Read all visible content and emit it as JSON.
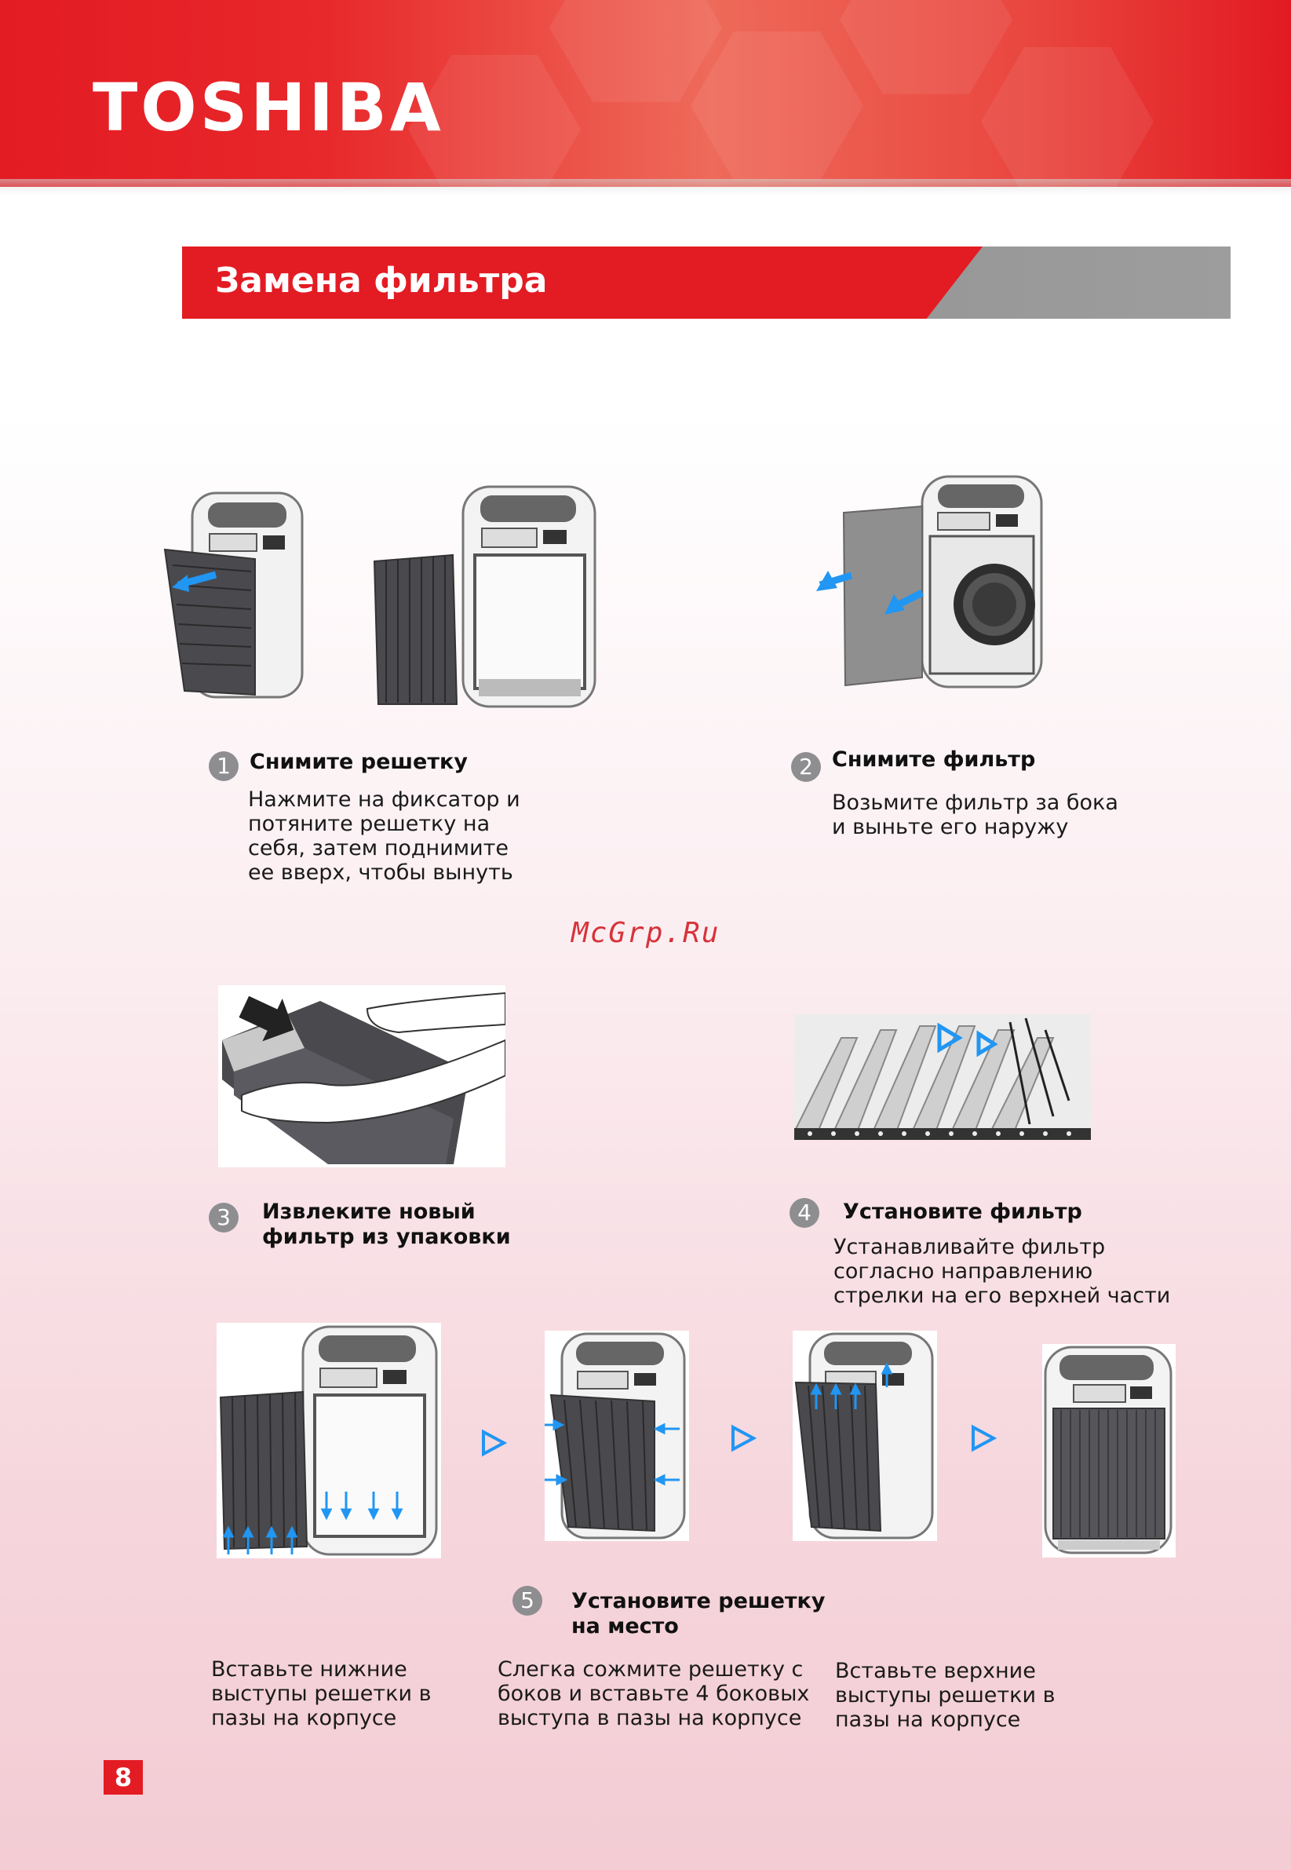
{
  "brand": {
    "logo": "TOSHIBA",
    "accent": "#e31b23"
  },
  "section": {
    "title": "Замена фильтра"
  },
  "watermark": "McGrp.Ru",
  "steps": [
    {
      "num": "1",
      "title": "Снимите решетку",
      "desc": [
        "Нажмите на фиксатор и",
        "потяните решетку на",
        "себя, затем поднимите",
        "ее вверх, чтобы вынуть"
      ]
    },
    {
      "num": "2",
      "title": "Снимите  фильтр",
      "desc": [
        "Возьмите фильтр за бока",
        "и выньте его наружу"
      ]
    },
    {
      "num": "3",
      "title": [
        "Извлеките новый",
        "фильтр из упаковки"
      ]
    },
    {
      "num": "4",
      "title": "Установите фильтр",
      "desc": [
        "Устанавливайте фильтр",
        "согласно направлению",
        "стрелки на его верхней части"
      ]
    },
    {
      "num": "5",
      "title": [
        "Установите решетку",
        "на место"
      ],
      "subs": [
        [
          "Вставьте нижние",
          "выступы решетки в",
          "пазы на корпусе"
        ],
        [
          "Слегка сожмите решетку с",
          "боков и вставьте 4 боковых",
          "выступа в пазы на корпусе"
        ],
        [
          "Вставьте верхние",
          "выступы решетки в",
          "пазы на корпусе"
        ]
      ]
    }
  ],
  "page_number": "8",
  "icons": [
    "purifier-illustration",
    "filter-illustration",
    "hands-unpacking-illustration",
    "pleated-filter-illustration",
    "next-arrow-icon"
  ]
}
